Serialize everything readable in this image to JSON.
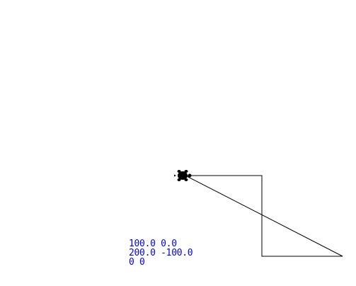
{
  "canvas": {
    "background": "#ffffff",
    "path_color": "#000000",
    "text_color": "#0000ff"
  },
  "turtle": {
    "icon": "turtle-icon",
    "heading": "left"
  },
  "printed_output": {
    "line1": "100.0 0.0",
    "line2": "200.0 -100.0",
    "line3": "0 0"
  }
}
